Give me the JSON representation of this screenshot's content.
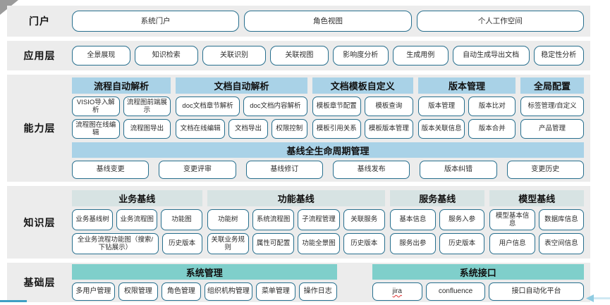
{
  "layers": {
    "portal": {
      "label": "门户",
      "items": [
        "系统门户",
        "角色视图",
        "个人工作空间"
      ]
    },
    "application": {
      "label": "应用层",
      "items": [
        "全景展现",
        "知识检索",
        "关联识别",
        "关联视图",
        "影响度分析",
        "生成用例",
        "自动生成导出文档",
        "稳定性分析"
      ]
    },
    "capability": {
      "label": "能力层",
      "sections": [
        {
          "title": "流程自动解析",
          "rows": [
            [
              "VISIO导入解析",
              "流程图前端展示"
            ],
            [
              "流程图在线编辑",
              "流程图导出"
            ]
          ]
        },
        {
          "title": "文档自动解析",
          "rows": [
            [
              "doc文档章节解析",
              "doc文档内容解析"
            ],
            [
              "文档在线编辑",
              "文档导出",
              "权限控制"
            ]
          ]
        },
        {
          "title": "文档模板自定义",
          "rows": [
            [
              "模板章节配置",
              "模板查询"
            ],
            [
              "模板引用关系",
              "模板版本管理"
            ]
          ]
        },
        {
          "title": "版本管理",
          "rows": [
            [
              "版本管理",
              "版本比对"
            ],
            [
              "版本关联信息",
              "版本合并"
            ]
          ]
        },
        {
          "title": "全局配置",
          "rows": [
            [
              "标签管理/自定义"
            ],
            [
              "产品管理"
            ]
          ]
        }
      ],
      "baseline": {
        "title": "基线全生命周期管理",
        "items": [
          "基线变更",
          "变更评审",
          "基线修订",
          "基线发布",
          "版本纠错",
          "变更历史"
        ]
      }
    },
    "knowledge": {
      "label": "知识层",
      "sections": [
        {
          "title": "业务基线",
          "rows": [
            [
              "业务基线树",
              "业务流程图",
              "功能图"
            ],
            [
              "全业务流程功能图（搜索/下钻展示）",
              "历史版本"
            ]
          ]
        },
        {
          "title": "功能基线",
          "rows": [
            [
              "功能树",
              "系统流程图",
              "子流程管理",
              "关联服务"
            ],
            [
              "关联业务规则",
              "属性可配置",
              "功能全景图",
              "历史版本"
            ]
          ]
        },
        {
          "title": "服务基线",
          "rows": [
            [
              "基本信息",
              "服务入参"
            ],
            [
              "服务出参",
              "历史版本"
            ]
          ]
        },
        {
          "title": "模型基线",
          "rows": [
            [
              "模型基本信息",
              "数据库信息"
            ],
            [
              "用户信息",
              "表空间信息"
            ]
          ]
        }
      ]
    },
    "base": {
      "label": "基础层",
      "sections": [
        {
          "title": "系统管理",
          "rows": [
            [
              "多用户管理",
              "权限管理",
              "角色管理",
              "组织机构管理",
              "菜单管理",
              "操作日志"
            ]
          ]
        },
        {
          "title": "系统接口",
          "rows": [
            [
              "jira",
              "confluence",
              "接口自动化平台"
            ]
          ]
        }
      ]
    }
  },
  "decorations": {
    "spellcheck_underline_word": "jira"
  },
  "colors": {
    "band_background": "#ececec",
    "box_border": "#276f8e",
    "capability_header": "#a9d2e7",
    "knowledge_header": "#d7e3e3",
    "base_header": "#7fcfcb",
    "bottom_left_line": "#3e9fc4",
    "arrow_line": "#cfe9f3",
    "arrow_head": "#8fcce2",
    "corner_triangle": "#9b9b9b"
  }
}
